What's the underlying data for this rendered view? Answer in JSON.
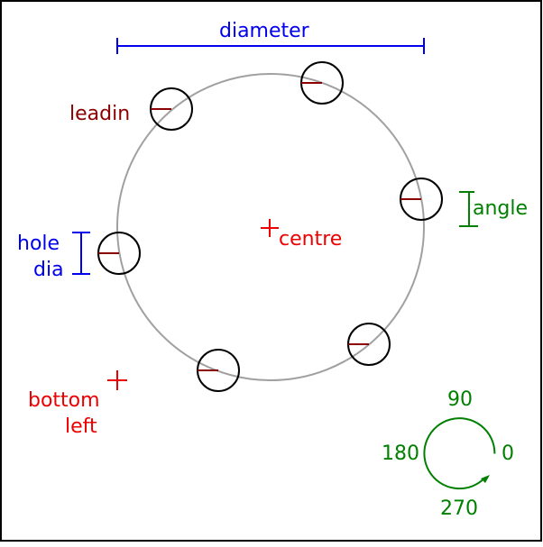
{
  "labels": {
    "diameter": "diameter",
    "leadin": "leadin",
    "hole": "hole",
    "dia": "dia",
    "centre": "centre",
    "angle": "angle",
    "bottom": "bottom",
    "left": "left"
  },
  "angle_dial": {
    "deg_90": "90",
    "deg_180": "180",
    "deg_0": "0",
    "deg_270": "270"
  },
  "hole_count": 6,
  "colors": {
    "blue_dimension": "#0000ee",
    "leadin": "#8b0000",
    "centre_marker": "#ee0000",
    "angle": "#008000",
    "hole_outline": "#000000",
    "bolt_circle": "#a0a0a0",
    "frame": "#000000"
  }
}
